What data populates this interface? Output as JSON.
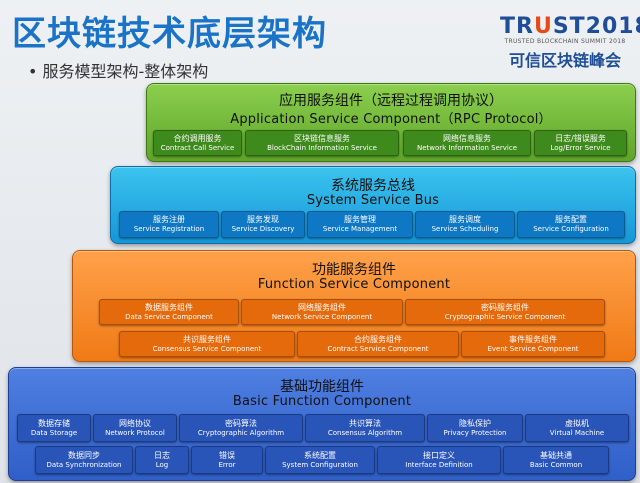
{
  "header": {
    "title": "区块链技术底层架构",
    "subtitle": "•  服务模型架构-整体架构"
  },
  "logo": {
    "main_pre": "TR",
    "main_accent": "U",
    "main_post": "ST2018",
    "sub": "TRUSTED BLOCKCHAIN SUMMIT 2018",
    "cn": "可信区块链峰会"
  },
  "layers": {
    "app": {
      "title_cn": "应用服务组件（远程过程调用协议）",
      "title_en": "Application Service Component（RPC Protocol）",
      "items": [
        {
          "cn": "合约调用服务",
          "en": "Contract Call Service"
        },
        {
          "cn": "区块链信息服务",
          "en": "BlockChain Information Service"
        },
        {
          "cn": "网络信息服务",
          "en": "Network Information Service"
        },
        {
          "cn": "日志/错误服务",
          "en": "Log/Error Service"
        }
      ]
    },
    "bus": {
      "title_cn": "系统服务总线",
      "title_en": "System Service Bus",
      "items": [
        {
          "cn": "服务注册",
          "en": "Service Registration"
        },
        {
          "cn": "服务发现",
          "en": "Service Discovery"
        },
        {
          "cn": "服务管理",
          "en": "Service Management"
        },
        {
          "cn": "服务调度",
          "en": "Service Scheduling"
        },
        {
          "cn": "服务配置",
          "en": "Service Configuration"
        }
      ]
    },
    "func": {
      "title_cn": "功能服务组件",
      "title_en": "Function Service Component",
      "items": [
        {
          "cn": "数据服务组件",
          "en": "Data Service Component"
        },
        {
          "cn": "网络服务组件",
          "en": "Network Service Component"
        },
        {
          "cn": "密码服务组件",
          "en": "Cryptographic Service Component"
        },
        {
          "cn": "共识服务组件",
          "en": "Consensus Service Component"
        },
        {
          "cn": "合约服务组件",
          "en": "Contract Service Component"
        },
        {
          "cn": "事件服务组件",
          "en": "Event Service Component"
        }
      ]
    },
    "basic": {
      "title_cn": "基础功能组件",
      "title_en": "Basic Function Component",
      "items": [
        {
          "cn": "数据存储",
          "en": "Data Storage"
        },
        {
          "cn": "网络协议",
          "en": "Network Protocol"
        },
        {
          "cn": "密码算法",
          "en": "Cryptographic Algorithm"
        },
        {
          "cn": "共识算法",
          "en": "Consensus Algorithm"
        },
        {
          "cn": "隐私保护",
          "en": "Privacy Protection"
        },
        {
          "cn": "虚拟机",
          "en": "Virtual Machine"
        },
        {
          "cn": "数据同步",
          "en": "Data Synchronization"
        },
        {
          "cn": "日志",
          "en": "Log"
        },
        {
          "cn": "错误",
          "en": "Error"
        },
        {
          "cn": "系统配置",
          "en": "System Configuration"
        },
        {
          "cn": "接口定义",
          "en": "Interface Definition"
        },
        {
          "cn": "基础共通",
          "en": "Basic Common"
        }
      ]
    }
  }
}
